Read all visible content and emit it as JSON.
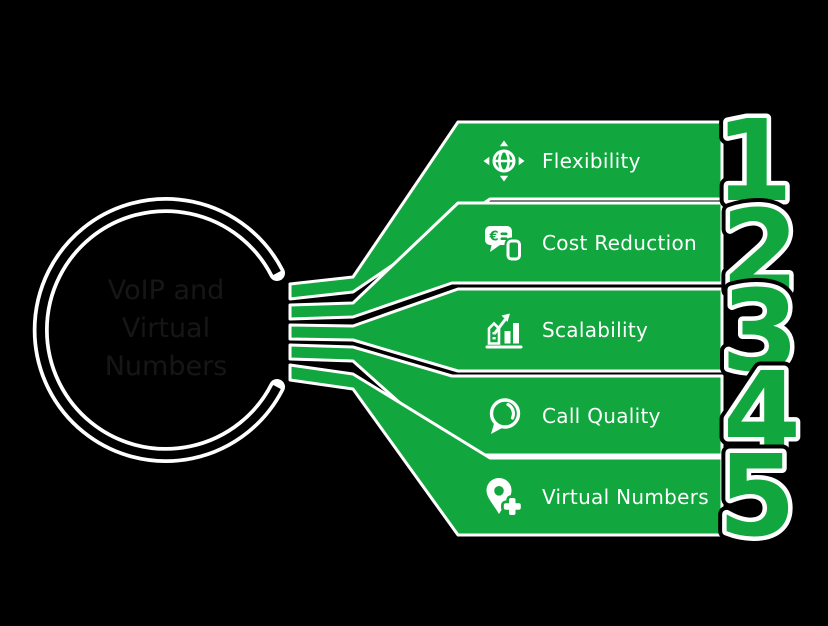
{
  "colors": {
    "background": "#000000",
    "green": "#11A73E",
    "white": "#FFFFFF",
    "black": "#000000",
    "circle_text": "#161616"
  },
  "circle": {
    "title": "VoIP and\nVirtual\nNumbers"
  },
  "items": [
    {
      "number": "1",
      "label": "Flexibility",
      "icon": "move-globe-icon"
    },
    {
      "number": "2",
      "label": "Cost Reduction",
      "icon": "euro-chat-phone-icon",
      "icon_text": "€"
    },
    {
      "number": "3",
      "label": "Scalability",
      "icon": "growth-chart-icon"
    },
    {
      "number": "4",
      "label": "Call Quality",
      "icon": "speech-bubble-icon"
    },
    {
      "number": "5",
      "label": "Virtual Numbers",
      "icon": "location-pin-plus-icon"
    }
  ]
}
